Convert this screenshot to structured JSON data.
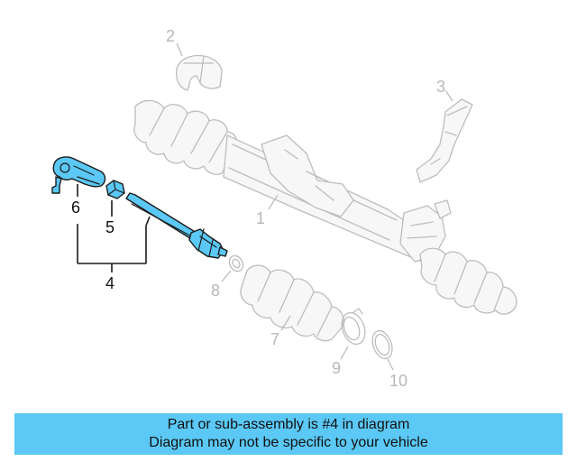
{
  "callouts": {
    "c1": "1",
    "c2": "2",
    "c3": "3",
    "c4": "4",
    "c5": "5",
    "c6": "6",
    "c7": "7",
    "c8": "8",
    "c9": "9",
    "c10": "10"
  },
  "highlighted_part": "4",
  "colors": {
    "highlight": "#5bc8f5",
    "ghost": "#bdbdbd",
    "banner": "#5bc8f5"
  },
  "banner": {
    "line1": "Part or sub-assembly is #4 in diagram",
    "line2": "Diagram may not be specific to your vehicle"
  }
}
